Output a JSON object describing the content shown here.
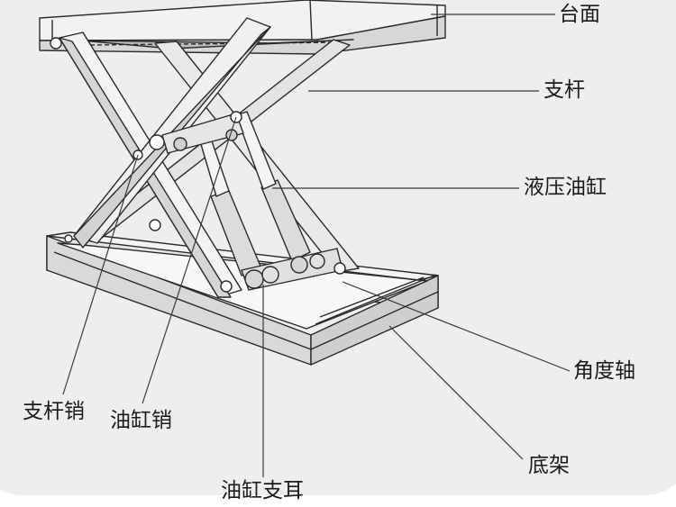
{
  "labels": {
    "platform": "台面",
    "arm": "支杆",
    "hydraulic_cylinder": "液压油缸",
    "hinge_shaft": "角度轴",
    "arm_pin": "支杆销",
    "cylinder_pin": "油缸销",
    "base_frame": "底架",
    "cylinder_lug": "油缸支耳"
  },
  "colors": {
    "background_panel": "#eeeeee",
    "line": "#2a2a2a",
    "steel_light": "#f4f4f4",
    "steel_mid": "#d9d9d9",
    "steel_dark": "#b5b5b5",
    "text": "#1a1a1a"
  }
}
